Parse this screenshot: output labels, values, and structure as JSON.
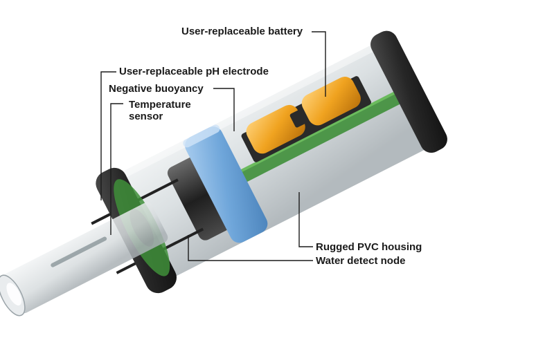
{
  "diagram": {
    "labels": {
      "battery": "User-replaceable battery",
      "ph_electrode": "User-replaceable pH electrode",
      "negative_buoyancy": "Negative buoyancy",
      "temperature_sensor": "Temperature sensor",
      "pvc_housing": "Rugged PVC housing",
      "water_detect": "Water detect node"
    },
    "colors": {
      "battery_cell": "#f0a320",
      "buoyancy_ring": "#7db3e0",
      "circuit_board": "#3f8f3a",
      "end_cap": "#2b2b2b",
      "housing": "#cdd3d6",
      "leader_line": "#1a1a1a"
    }
  }
}
